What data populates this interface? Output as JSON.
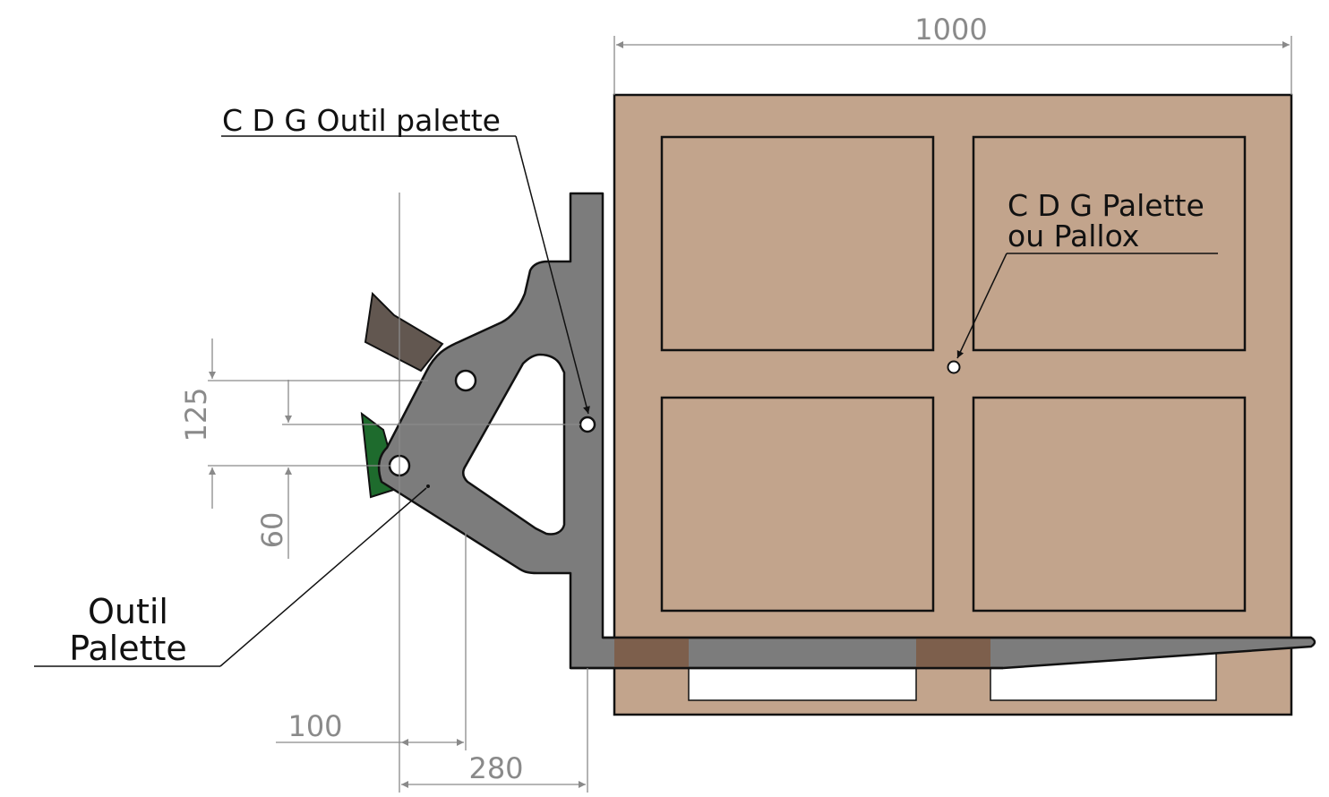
{
  "colors": {
    "pallet": "#c2a48c",
    "pallet_edge": "#111111",
    "tool": "#7c7c7c",
    "fork_overlap": "#7d5f4c",
    "green_part": "#1e6b2d",
    "arm": "#625750",
    "dimension": "#8a8a8a"
  },
  "dimensions": {
    "width_1000": "1000",
    "height_125": "125",
    "height_60": "60",
    "offset_100": "100",
    "offset_280": "280"
  },
  "labels": {
    "cdg_tool": "C D G Outil palette",
    "cdg_pallet_line1": "C D G Palette",
    "cdg_pallet_line2": "ou Pallox",
    "tool_line1": "Outil",
    "tool_line2": "Palette"
  },
  "icons": {
    "dimension_arrow": "arrowhead",
    "cog_marker": "circle-marker"
  }
}
